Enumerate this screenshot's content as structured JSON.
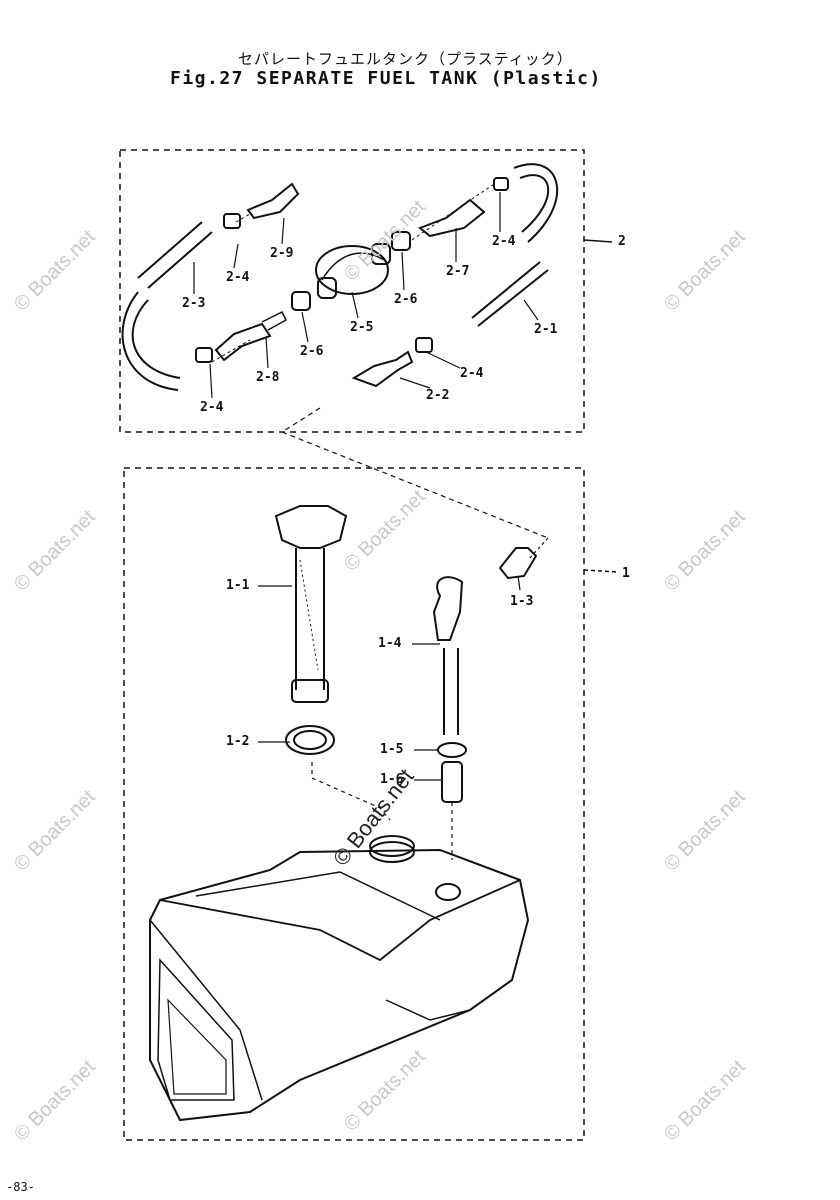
{
  "title": {
    "japanese": "セパレートフュエルタンク（プラスティック）",
    "english": "Fig.27  SEPARATE FUEL TANK (Plastic)"
  },
  "labels": {
    "group_2": "2",
    "group_1": "1",
    "p2_1": "2-1",
    "p2_2": "2-2",
    "p2_3": "2-3",
    "p2_4a": "2-4",
    "p2_4b": "2-4",
    "p2_4c": "2-4",
    "p2_4d": "2-4",
    "p2_5": "2-5",
    "p2_6a": "2-6",
    "p2_6b": "2-6",
    "p2_7": "2-7",
    "p2_8": "2-8",
    "p2_9": "2-9",
    "p1_1": "1-1",
    "p1_2": "1-2",
    "p1_3": "1-3",
    "p1_4": "1-4",
    "p1_5": "1-5",
    "p1_6": "1-6"
  },
  "watermark": "© Boats.net",
  "page_number": "-83-"
}
